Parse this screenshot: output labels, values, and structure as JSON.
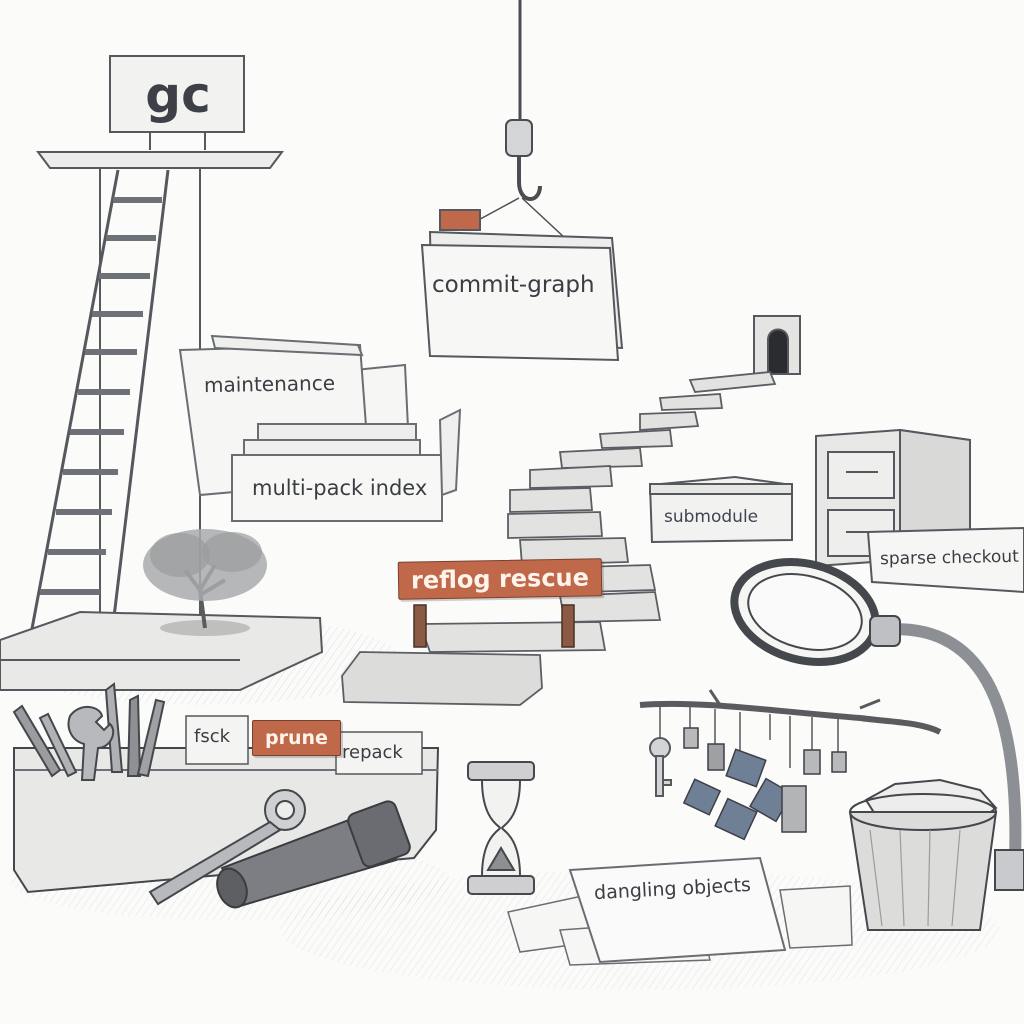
{
  "labels": {
    "gc": "gc",
    "commit_graph": "commit-graph",
    "maintenance": "maintenance",
    "multi_pack_index": "multi-pack index",
    "submodule": "submodule",
    "sparse_checkout": "sparse checkout",
    "reflog_rescue": "reflog rescue",
    "fsck": "fsck",
    "prune": "prune",
    "repack": "repack",
    "dangling_objects": "dangling objects"
  },
  "colors": {
    "accent": "#c0694a",
    "ink": "#3a3d42",
    "paper": "#fbfbfa",
    "sketch_gray": "#8a8d92",
    "tag_blue": "#6f7f96"
  },
  "icons": [
    "ladder-icon",
    "crane-hook-icon",
    "tree-icon",
    "stone-path-icon",
    "tunnel-arch-icon",
    "file-cabinet-icon",
    "magnifier-lamp-icon",
    "key-icon",
    "hourglass-icon",
    "wrench-icon",
    "flashlight-icon",
    "pencils-icon",
    "trash-bin-icon",
    "branch-icon"
  ]
}
